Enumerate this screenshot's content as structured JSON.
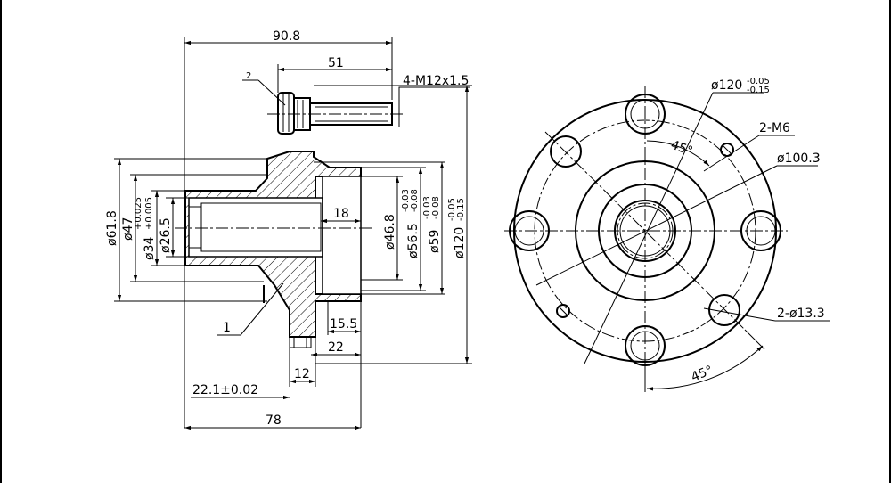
{
  "dims": {
    "d90_8": "90.8",
    "d51": "51",
    "bolt": "4-M12x1.5",
    "callout2": "2",
    "callout1": "1",
    "d18": "18",
    "phi46_8": "ø46.8",
    "phi56_5": "ø56.5",
    "phi56_5_tol_up": "-0.03",
    "phi56_5_tol_lo": "-0.08",
    "phi59": "ø59",
    "phi59_tol_up": "-0.03",
    "phi59_tol_lo": "-0.08",
    "phi120_side": "ø120",
    "phi120_side_tol_up": "-0.05",
    "phi120_side_tol_lo": "-0.15",
    "phi61_8": "ø61.8",
    "phi47": "ø47",
    "phi34": "ø34",
    "phi34_tol_up": "+0.025",
    "phi34_tol_lo": "+0.005",
    "phi26_5": "ø26.5",
    "d15_5": "15.5",
    "d22": "22",
    "d12": "12",
    "d22_1": "22.1±0.02",
    "d78": "78",
    "phi120_front": "ø120",
    "phi120_front_tol_up": "-0.05",
    "phi120_front_tol_lo": "-0.15",
    "m6": "2-M6",
    "phi100_3": "ø100.3",
    "phi13_3": "2-ø13.3",
    "angle_top": "45°",
    "angle_bottom": "45°"
  }
}
